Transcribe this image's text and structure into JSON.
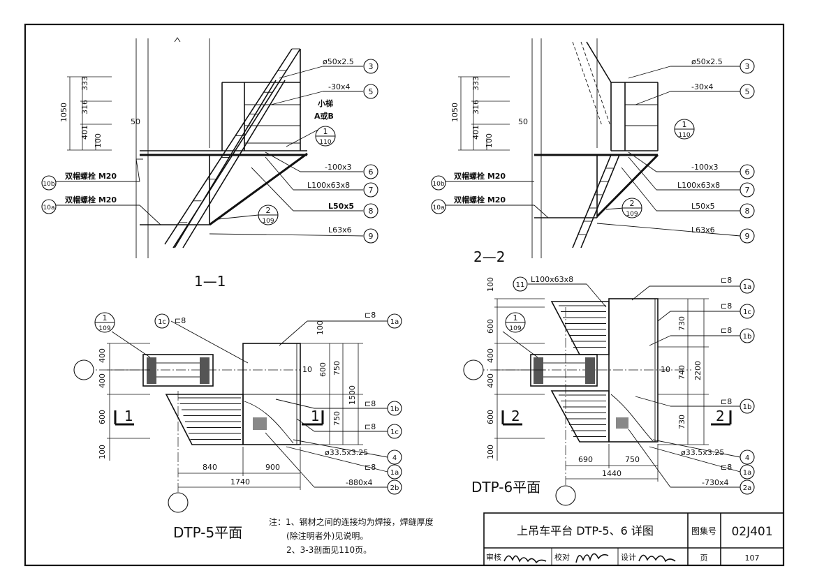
{
  "drawing": {
    "title": "上吊车平台 DTP-5、6 详图",
    "atlas_label": "图集号",
    "atlas_no": "02J401",
    "review_label": "审核",
    "check_label": "校对",
    "design_label": "设计",
    "page_label": "页",
    "page_no": "107",
    "signatures": [
      "孙兰祥",
      "赵伯刚",
      "洪森"
    ]
  },
  "notes": [
    "注：1、钢材之间的连接均为焊接，焊缝厚度",
    "(除注明者外)见说明。",
    "2、3-3剖面见110页。"
  ],
  "section_11": {
    "title": "1—1",
    "dims": [
      "333",
      "316",
      "401",
      "100",
      "1050",
      "50"
    ],
    "labels": {
      "pipe": "ø50x2.5",
      "flat": "-30x4",
      "ladder": "小梯",
      "ladder_ab": "A或B",
      "plate": "-100x3",
      "angle1": "L100x63x8",
      "angle2": "L50x5",
      "angle3": "L63x6",
      "bolt_b": "双帽螺栓 M20",
      "bolt_a": "双帽螺栓 M20"
    },
    "refs": {
      "r1": "1",
      "r1p": "110",
      "r2": "2",
      "r2p": "109"
    },
    "callouts": [
      "3",
      "5",
      "6",
      "7",
      "8",
      "9",
      "10b",
      "10a"
    ]
  },
  "section_22": {
    "title": "2—2",
    "dims": [
      "333",
      "316",
      "401",
      "100",
      "1050",
      "50"
    ],
    "labels": {
      "pipe": "ø50x2.5",
      "flat": "-30x4",
      "plate": "-100x3",
      "angle1": "L100x63x8",
      "angle2": "L50x5",
      "angle3": "L63x6",
      "bolt_b": "双帽螺栓 M20",
      "bolt_a": "双帽螺栓 M20"
    },
    "refs": {
      "r1": "1",
      "r1p": "110",
      "r2": "2",
      "r2p": "109"
    },
    "callouts": [
      "3",
      "5",
      "6",
      "7",
      "8",
      "9",
      "10b",
      "10a"
    ]
  },
  "plan_5": {
    "title": "DTP-5平面",
    "dims_left": [
      "400",
      "400",
      "600",
      "100"
    ],
    "dims_right": [
      "100",
      "10",
      "600",
      "750",
      "750",
      "1500"
    ],
    "dims_bottom": [
      "840",
      "900",
      "1740"
    ],
    "labels": {
      "c1": "⊏8",
      "c2": "⊏8",
      "c3": "⊏8",
      "c4": "⊏8",
      "c5": "⊏8",
      "pipe": "ø33.5x3.25",
      "plate": "-880x4"
    },
    "callouts": [
      "1c",
      "1a",
      "1b",
      "1c",
      "4",
      "1a",
      "2b"
    ],
    "ref": {
      "r": "1",
      "rp": "109"
    },
    "section_mark": "1"
  },
  "plan_6": {
    "title": "DTP-6平面",
    "dims_left": [
      "100",
      "600",
      "400",
      "400",
      "600",
      "100"
    ],
    "dims_right": [
      "730",
      "740",
      "730",
      "2200",
      "10"
    ],
    "dims_bottom": [
      "690",
      "750",
      "1440"
    ],
    "labels": {
      "angle": "L100x63x8",
      "c1": "⊏8",
      "c2": "⊏8",
      "c3": "⊏8",
      "c4": "⊏8",
      "c5": "⊏8",
      "pipe": "ø33.5x3.25",
      "plate": "-730x4"
    },
    "callouts": [
      "11",
      "1a",
      "1c",
      "1b",
      "1b",
      "4",
      "1a",
      "2a"
    ],
    "ref": {
      "r": "1",
      "rp": "109"
    },
    "section_mark": "2"
  }
}
